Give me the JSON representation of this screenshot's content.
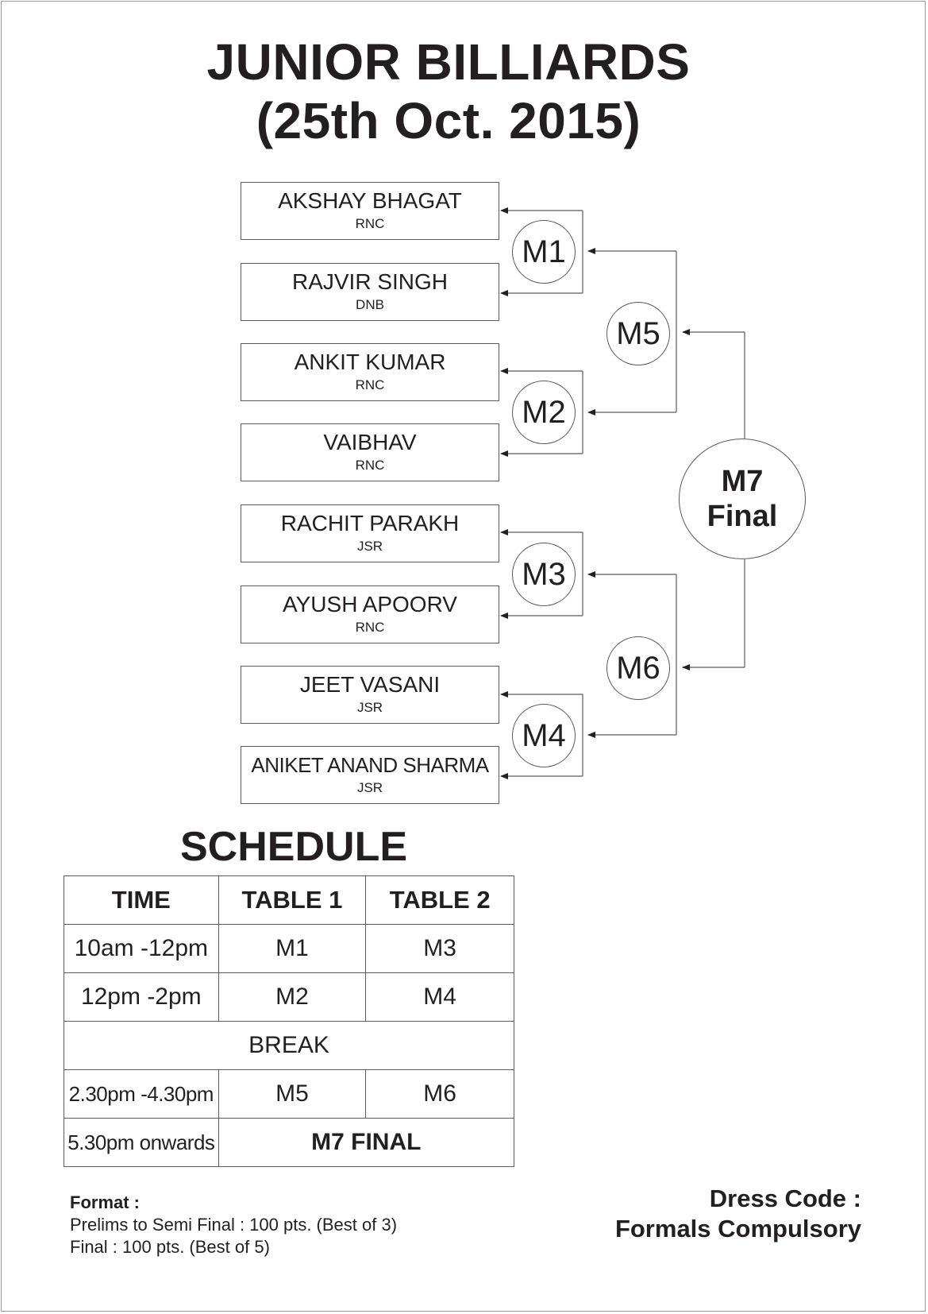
{
  "title": {
    "line1": "JUNIOR BILLIARDS",
    "line2": "(25th Oct. 2015)"
  },
  "bracket": {
    "players": [
      {
        "name": "AKSHAY BHAGAT",
        "club": "RNC"
      },
      {
        "name": "RAJVIR SINGH",
        "club": "DNB"
      },
      {
        "name": "ANKIT KUMAR",
        "club": "RNC"
      },
      {
        "name": "VAIBHAV",
        "club": "RNC"
      },
      {
        "name": "RACHIT PARAKH",
        "club": "JSR"
      },
      {
        "name": "AYUSH APOORV",
        "club": "RNC"
      },
      {
        "name": "JEET VASANI",
        "club": "JSR"
      },
      {
        "name": "ANIKET ANAND SHARMA",
        "club": "JSR"
      }
    ],
    "matches": {
      "m1": "M1",
      "m2": "M2",
      "m3": "M3",
      "m4": "M4",
      "m5": "M5",
      "m6": "M6",
      "final_line1": "M7",
      "final_line2": "Final"
    }
  },
  "schedule": {
    "heading": "SCHEDULE",
    "headers": [
      "TIME",
      "TABLE 1",
      "TABLE 2"
    ],
    "rows": [
      {
        "time": "10am -12pm",
        "table1": "M1",
        "table2": "M3"
      },
      {
        "time": "12pm -2pm",
        "table1": "M2",
        "table2": "M4"
      },
      {
        "break": "BREAK"
      },
      {
        "time": "2.30pm -4.30pm",
        "table1": "M5",
        "table2": "M6"
      },
      {
        "time": "5.30pm onwards",
        "combined": "M7 FINAL"
      }
    ]
  },
  "format": {
    "title": "Format :",
    "line1": "Prelims to Semi Final : 100 pts. (Best of 3)",
    "line2": "Final : 100 pts. (Best of 5)"
  },
  "dress_code": {
    "line1": "Dress Code :",
    "line2": "Formals Compulsory"
  }
}
